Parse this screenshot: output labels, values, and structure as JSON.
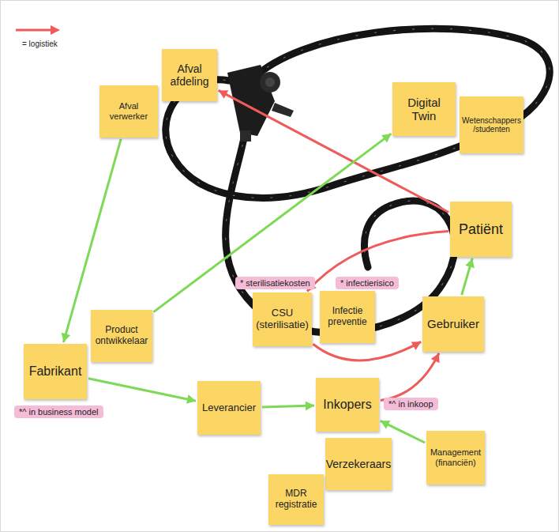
{
  "diagram": {
    "nodes": [
      {
        "text": [
          "Afval afdeling"
        ]
      },
      {
        "text": [
          "Afval verwerker"
        ]
      },
      {
        "text": [
          "Digital Twin"
        ]
      },
      {
        "text": [
          "Wetenschappers /studenten"
        ]
      },
      {
        "text": [
          "Patiënt"
        ]
      },
      {
        "text": [
          "CSU (sterilisatie)"
        ]
      },
      {
        "text": [
          "Infectie preventie"
        ]
      },
      {
        "text": [
          "Gebruiker"
        ]
      },
      {
        "text": [
          "Product ontwikkelaar"
        ]
      },
      {
        "text": [
          "Fabrikant"
        ]
      },
      {
        "text": [
          "Leverancier"
        ]
      },
      {
        "text": [
          "Inkopers"
        ]
      },
      {
        "text": [
          "Verzekeraars"
        ]
      },
      {
        "text": [
          "MDR registratie"
        ]
      },
      {
        "text": [
          "Management (financiën)"
        ]
      }
    ],
    "edges": [
      {
        "from": 4,
        "to": 0,
        "arrow": "to"
      },
      {
        "from": 4,
        "to": 5,
        "arrow": "to"
      },
      {
        "from": 5,
        "to": 7,
        "arrow": "to"
      },
      {
        "from": 11,
        "to": 7,
        "arrow": "to"
      },
      {
        "from": 1,
        "to": 9,
        "arrow": "to"
      },
      {
        "from": 8,
        "to": 2,
        "arrow": "to"
      },
      {
        "from": 9,
        "to": 10,
        "arrow": "to"
      },
      {
        "from": 10,
        "to": 11,
        "arrow": "to"
      },
      {
        "from": 14,
        "to": 11,
        "arrow": "to"
      },
      {
        "from": 7,
        "to": 4,
        "arrow": "to"
      }
    ],
    "labels": [
      "* sterilisatiekosten",
      "* infectierisico",
      "*^ in business model",
      "*^ in inkoop"
    ],
    "legend": [
      {
        "text": "= logistiek"
      }
    ]
  }
}
